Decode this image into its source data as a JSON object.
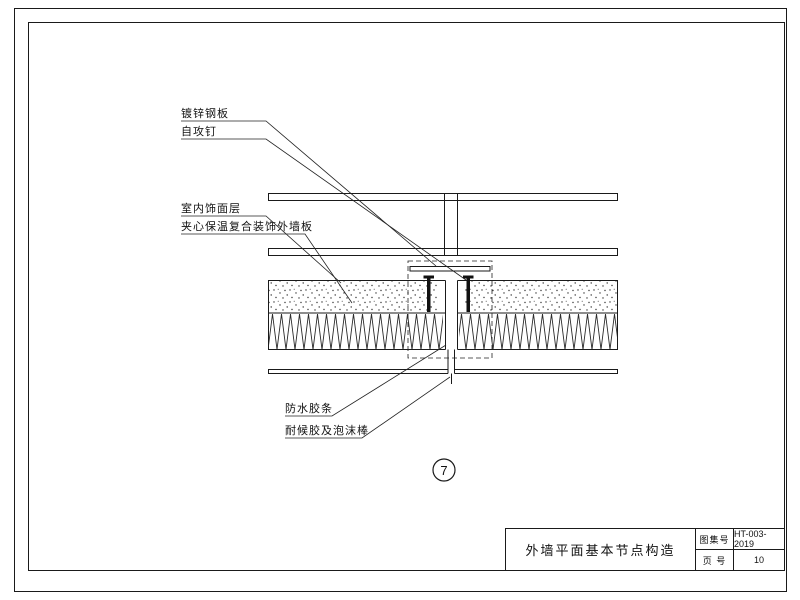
{
  "annotations": {
    "galvanized_steel_plate": "镀锌钢板",
    "self_tapping_screw": "自攻钉",
    "interior_finish_layer": "室内饰面层",
    "sandwich_insulated_panel": "夹心保温复合装饰外墙板",
    "waterproof_rubber_strip": "防水胶条",
    "weather_sealant_foam_rod": "耐候胶及泡沫棒"
  },
  "detail_bubble": {
    "number": "7"
  },
  "title_block": {
    "drawing_title": "外墙平面基本节点构造",
    "atlas_no_label": "图集号",
    "atlas_no_value": "HT-003-2019",
    "page_no_label": "页 号",
    "page_no_value": "10"
  },
  "colors": {
    "line": "#1a1a1a",
    "background": "#ffffff"
  }
}
